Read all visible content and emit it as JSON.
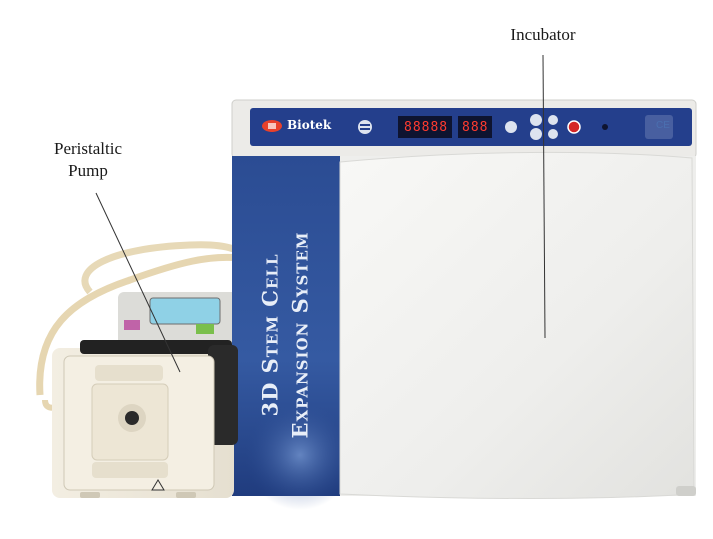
{
  "labels": {
    "incubator": "Incubator",
    "pump_line1": "Peristaltic",
    "pump_line2": "Pump"
  },
  "device": {
    "side_panel_line1": "3D Stem Cell",
    "side_panel_line2": "Expansion System",
    "brand": "Biotek",
    "display_left": "88888",
    "display_right": "888",
    "ce_mark": "CE"
  },
  "icons": {
    "warning": "warning-triangle-icon",
    "power": "power-button-icon"
  },
  "colors": {
    "incubator_body": "#f1f1ef",
    "side_panel_blue": "#2d4f96",
    "control_panel_blue": "#243f8c",
    "tubing": "#e7d9b7",
    "led_red": "#ff3b2f"
  }
}
